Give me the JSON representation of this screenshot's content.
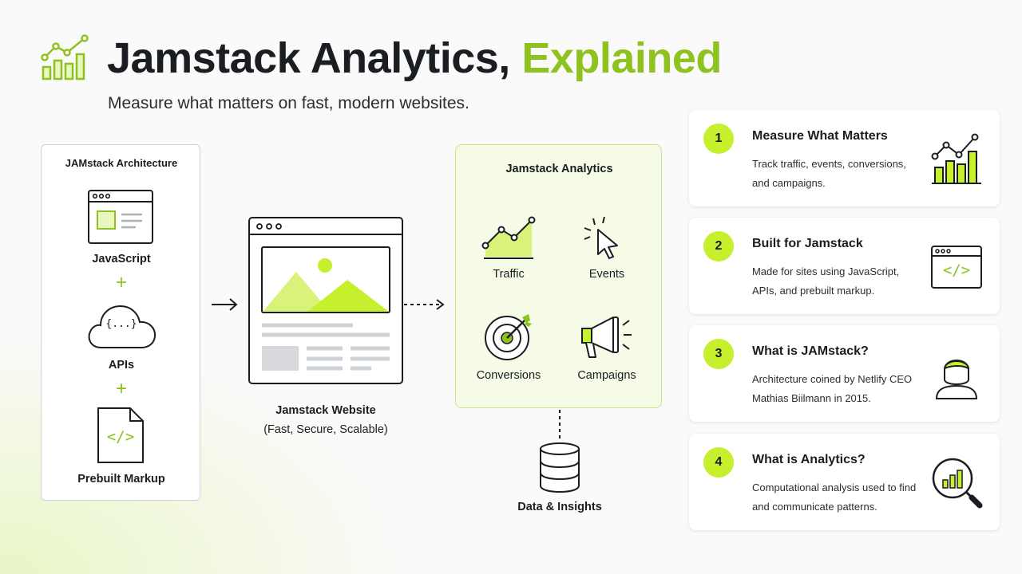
{
  "header": {
    "title_main": "Jamstack Analytics,",
    "title_accent": "Explained",
    "subtitle": "Measure what matters on fast, modern websites."
  },
  "architecture": {
    "title": "JAMstack Architecture",
    "items": [
      {
        "label": "JavaScript",
        "icon": "browser-window-icon"
      },
      {
        "label": "APIs",
        "icon": "cloud-api-icon",
        "glyph": "{...}"
      },
      {
        "label": "Prebuilt Markup",
        "icon": "code-file-icon",
        "glyph": "</>"
      }
    ],
    "plus": "+"
  },
  "website": {
    "label": "Jamstack Website",
    "sublabel": "(Fast, Secure, Scalable)"
  },
  "analytics": {
    "title": "Jamstack Analytics",
    "items": [
      {
        "label": "Traffic",
        "icon": "line-chart-icon"
      },
      {
        "label": "Events",
        "icon": "cursor-click-icon"
      },
      {
        "label": "Conversions",
        "icon": "target-icon"
      },
      {
        "label": "Campaigns",
        "icon": "megaphone-icon"
      }
    ]
  },
  "data_store": {
    "label": "Data & Insights",
    "icon": "database-icon"
  },
  "cards": [
    {
      "number": "1",
      "title": "Measure What Matters",
      "desc": "Track traffic, events, conversions, and campaigns.",
      "icon": "bar-line-chart-icon"
    },
    {
      "number": "2",
      "title": "Built for Jamstack",
      "desc": "Made for sites using JavaScript, APIs, and prebuilt markup.",
      "icon": "code-window-icon",
      "glyph": "</>"
    },
    {
      "number": "3",
      "title": "What is JAMstack?",
      "desc": "Architecture coined by Netlify CEO Mathias Biilmann in 2015.",
      "icon": "person-icon"
    },
    {
      "number": "4",
      "title": "What is Analytics?",
      "desc": "Computational analysis used to find and communicate patterns.",
      "icon": "magnifier-chart-icon"
    }
  ],
  "colors": {
    "accent": "#8dc21f",
    "accent_fill": "#c6ef2e",
    "ink": "#1a1d21",
    "border": "#cfd2d6",
    "panel_fill": "#f6fbe8"
  }
}
